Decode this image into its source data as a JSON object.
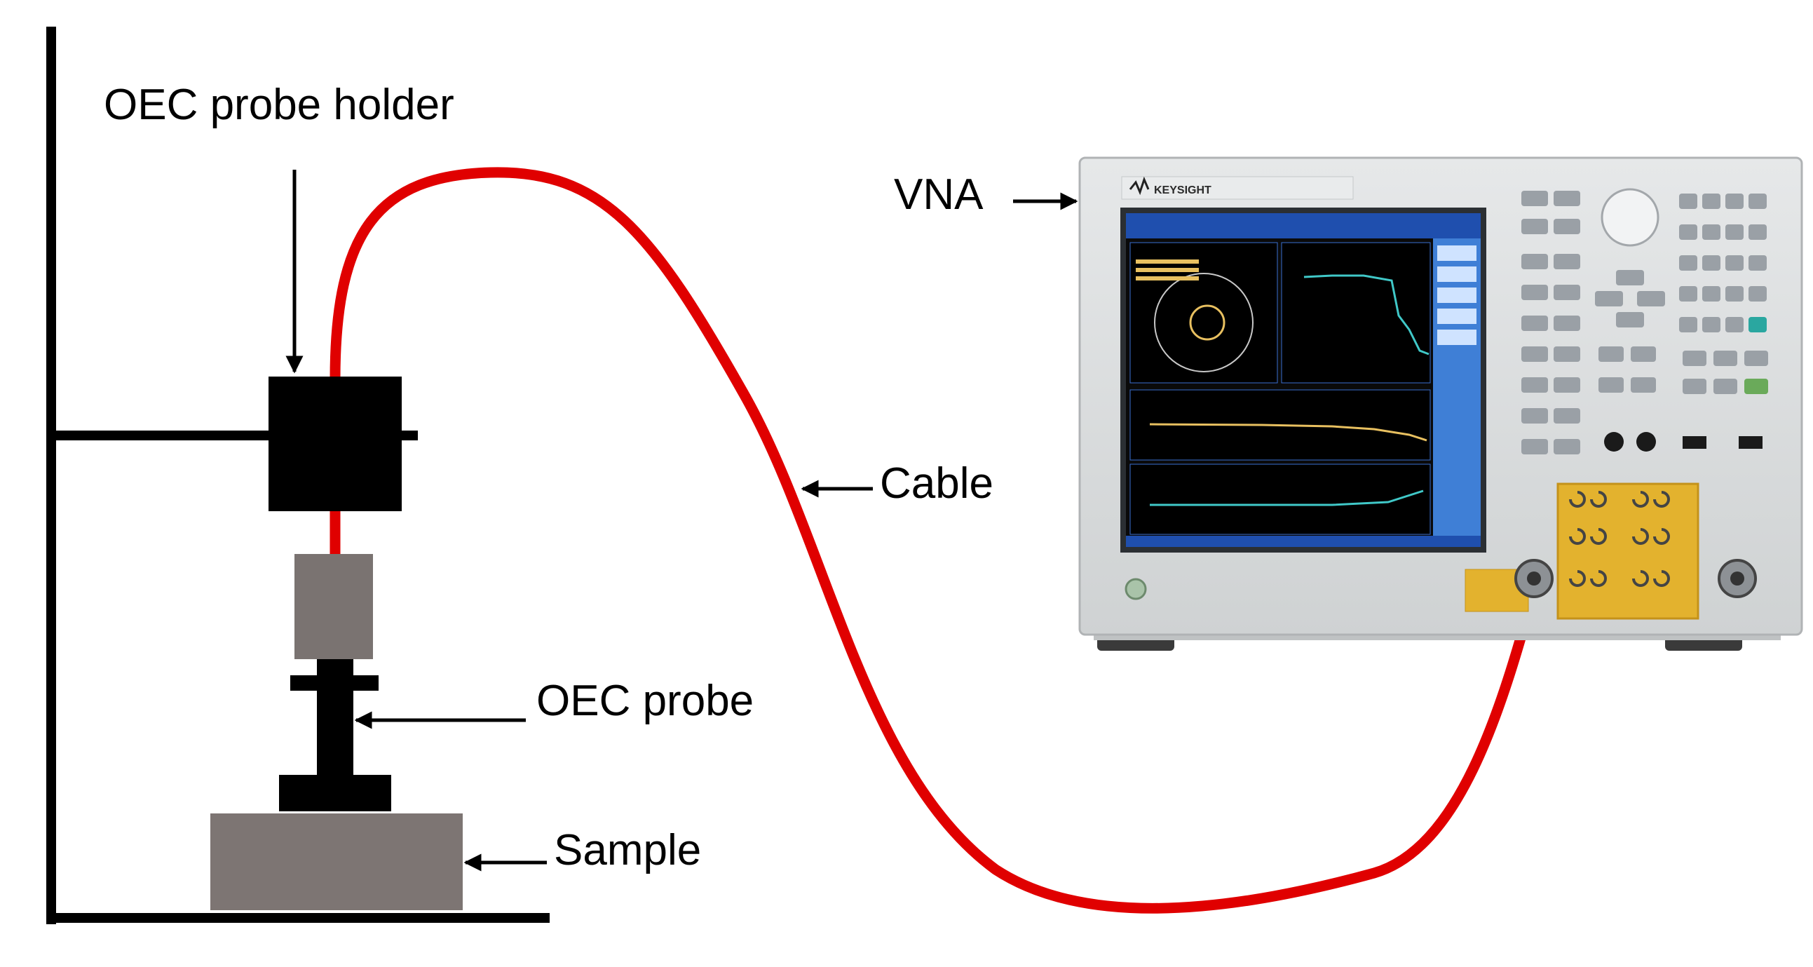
{
  "labels": {
    "probe_holder": "OEC probe holder",
    "vna": "VNA",
    "cable": "Cable",
    "probe": "OEC probe",
    "sample": "Sample"
  },
  "vna_panel": {
    "brand": "KEYSIGHT"
  },
  "colors": {
    "cable": "#e00000",
    "fixture": "#000000",
    "probe_sleeve": "#7a7371",
    "sample": "#7d7573",
    "vna_body": "#d9dbdc",
    "screen_bg": "#0a0a0a",
    "screen_frame": "#1f4fae",
    "connector_panel": "#e3b22e"
  },
  "icons": {
    "arrow": "arrow-head"
  }
}
